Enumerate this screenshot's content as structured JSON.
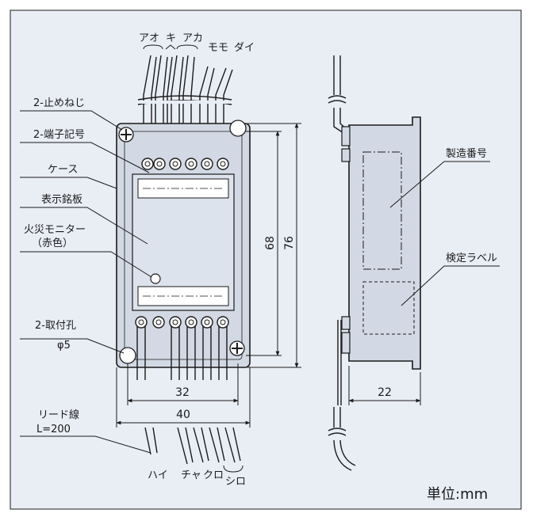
{
  "colors": {
    "background": "#e9edf4",
    "device_fill": "#d2d9e4",
    "window_fill": "#dde3ec",
    "line": "#1a1a1a"
  },
  "labels": {
    "screw": "2-止めねじ",
    "terminal_code": "2-端子記号",
    "case": "ケース",
    "nameplate": "表示銘板",
    "fire_monitor_line1": "火災モニター",
    "fire_monitor_line2": "（赤色）",
    "mount_hole_line1": "2-取付孔",
    "mount_hole_line2": "φ5",
    "lead_wire_line1": "リード線",
    "lead_wire_line2": "L=200",
    "serial_number": "製造番号",
    "inspection_label": "検定ラベル"
  },
  "wire_colors_top": {
    "ao": "アオ",
    "ki": "キ",
    "aka": "アカ",
    "momo": "モモ",
    "dai": "ダイ"
  },
  "wire_colors_bottom": {
    "hai": "ハイ",
    "cha": "チャ",
    "kuro": "クロ",
    "shiro": "シロ"
  },
  "dimensions": {
    "d68": "68",
    "d76": "76",
    "d32": "32",
    "d40": "40",
    "d22": "22"
  },
  "unit": "単位:mm"
}
